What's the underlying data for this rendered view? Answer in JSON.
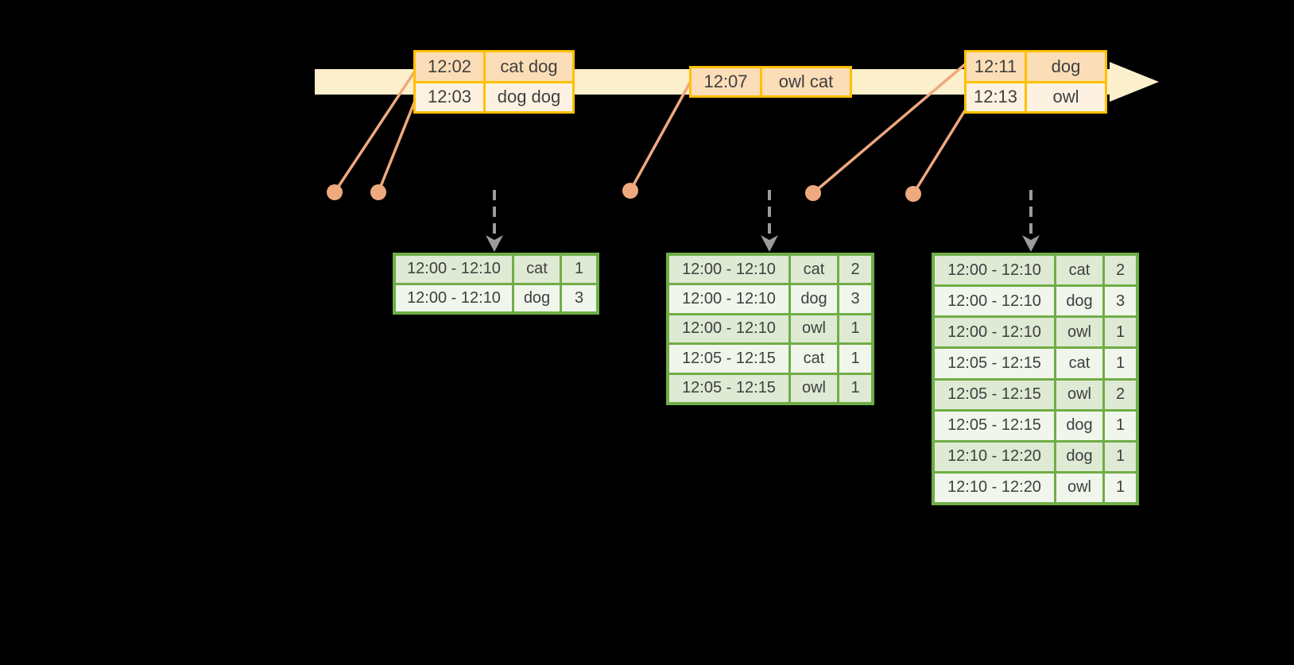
{
  "colors": {
    "background": "#000000",
    "timeline_fill": "#FCEFCB",
    "event_table_border": "#FFC000",
    "event_row_odd": "#FBDDB7",
    "event_row_even": "#FDF2E1",
    "event_dot": "#EEA97E",
    "result_table_border": "#70AD47",
    "result_row_odd": "#DEEAD3",
    "result_row_even": "#F0F6EB",
    "trigger_arrow": "#9B9B9B",
    "text": "#3F3F40"
  },
  "icons": {
    "timeline_arrowhead": "right-arrowhead",
    "trigger_arrows": "dashed-down-arrow",
    "event_markers": "timeline-event-dot"
  },
  "event_tables": [
    {
      "rows": [
        {
          "time": "12:02",
          "words": "cat dog"
        },
        {
          "time": "12:03",
          "words": "dog dog"
        }
      ]
    },
    {
      "rows": [
        {
          "time": "12:07",
          "words": "owl cat"
        }
      ]
    },
    {
      "rows": [
        {
          "time": "12:11",
          "words": "dog"
        },
        {
          "time": "12:13",
          "words": "owl"
        }
      ]
    }
  ],
  "result_tables": [
    {
      "rows": [
        {
          "window": "12:00 - 12:10",
          "word": "cat",
          "count": "1"
        },
        {
          "window": "12:00 - 12:10",
          "word": "dog",
          "count": "3"
        }
      ]
    },
    {
      "rows": [
        {
          "window": "12:00 - 12:10",
          "word": "cat",
          "count": "2"
        },
        {
          "window": "12:00 - 12:10",
          "word": "dog",
          "count": "3"
        },
        {
          "window": "12:00 - 12:10",
          "word": "owl",
          "count": "1"
        },
        {
          "window": "12:05 - 12:15",
          "word": "cat",
          "count": "1"
        },
        {
          "window": "12:05 - 12:15",
          "word": "owl",
          "count": "1"
        }
      ]
    },
    {
      "rows": [
        {
          "window": "12:00 - 12:10",
          "word": "cat",
          "count": "2"
        },
        {
          "window": "12:00 - 12:10",
          "word": "dog",
          "count": "3"
        },
        {
          "window": "12:00 - 12:10",
          "word": "owl",
          "count": "1"
        },
        {
          "window": "12:05 - 12:15",
          "word": "cat",
          "count": "1"
        },
        {
          "window": "12:05 - 12:15",
          "word": "owl",
          "count": "2"
        },
        {
          "window": "12:05 - 12:15",
          "word": "dog",
          "count": "1"
        },
        {
          "window": "12:10 - 12:20",
          "word": "dog",
          "count": "1"
        },
        {
          "window": "12:10 - 12:20",
          "word": "owl",
          "count": "1"
        }
      ]
    }
  ]
}
